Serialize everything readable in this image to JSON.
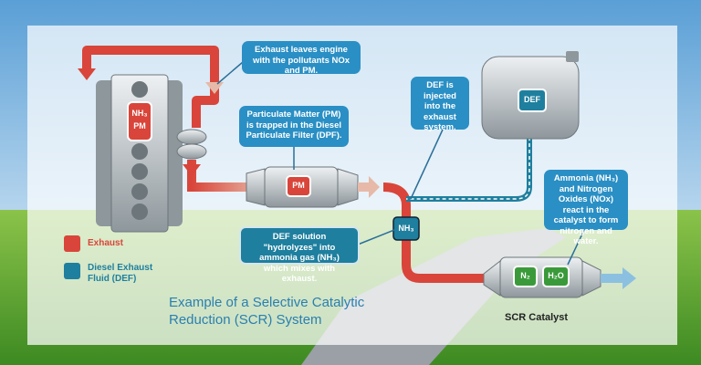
{
  "callouts": {
    "exhaust_leaves": "Exhaust leaves engine with the pollutants NOx and PM.",
    "pm_trapped": "Particulate Matter (PM) is trapped in the Diesel Particulate Filter (DPF).",
    "def_injected": "DEF is injected into the exhaust system.",
    "def_hydrolyzes": "DEF solution \"hydrolyzes\" into ammonia gas (NH₃) which mixes with exhaust.",
    "ammonia_react": "Ammonia (NH₃) and Nitrogen Oxides (NOx) react in the catalyst to form nitrogen and water."
  },
  "labels": {
    "engine_nh3": "NH₃",
    "engine_pm": "PM",
    "dpf_pm": "PM",
    "def_tank": "DEF",
    "nh3": "NH₃",
    "n2": "N₂",
    "h2o": "H₂O",
    "scr_catalyst": "SCR Catalyst"
  },
  "legend": [
    {
      "label": "Exhaust",
      "color": "#d9453a"
    },
    {
      "label": "Diesel Exhaust Fluid (DEF)",
      "color": "#1f7f9e"
    }
  ],
  "title": "Example of a Selective Catalytic Reduction (SCR) System",
  "colors": {
    "exhaust": "#d9453a",
    "def": "#1f7f9e",
    "callout": "#2a8fc4",
    "title": "#2a7fb0"
  }
}
